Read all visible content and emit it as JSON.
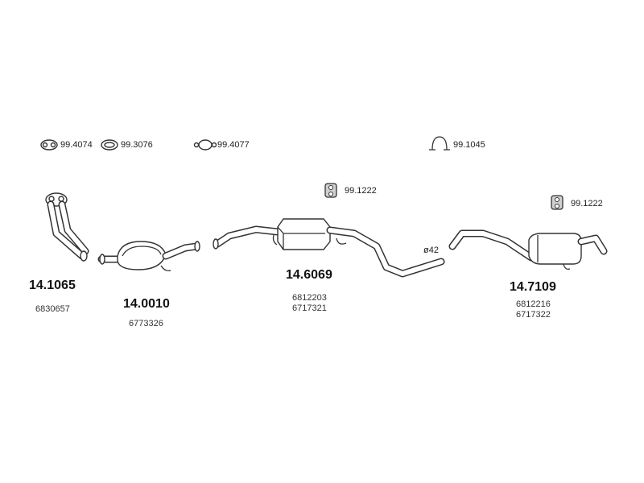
{
  "accessories": [
    {
      "code": "99.4074",
      "icon": "gasket-icon"
    },
    {
      "code": "99.3076",
      "icon": "ring-icon"
    },
    {
      "code": "99.4077",
      "icon": "flange-gasket-icon"
    },
    {
      "code": "99.1045",
      "icon": "clamp-icon"
    },
    {
      "code": "99.1222",
      "icon": "rubber-mount-icon"
    },
    {
      "code": "99.1222",
      "icon": "rubber-mount-icon"
    }
  ],
  "parts": [
    {
      "number": "14.1065",
      "oe": [
        "6830657"
      ]
    },
    {
      "number": "14.0010",
      "oe": [
        "6773326"
      ]
    },
    {
      "number": "14.6069",
      "oe": [
        "6812203",
        "6717321"
      ]
    },
    {
      "number": "14.7109",
      "oe": [
        "6812216",
        "6717322"
      ]
    }
  ],
  "diameter_label": "ø42"
}
